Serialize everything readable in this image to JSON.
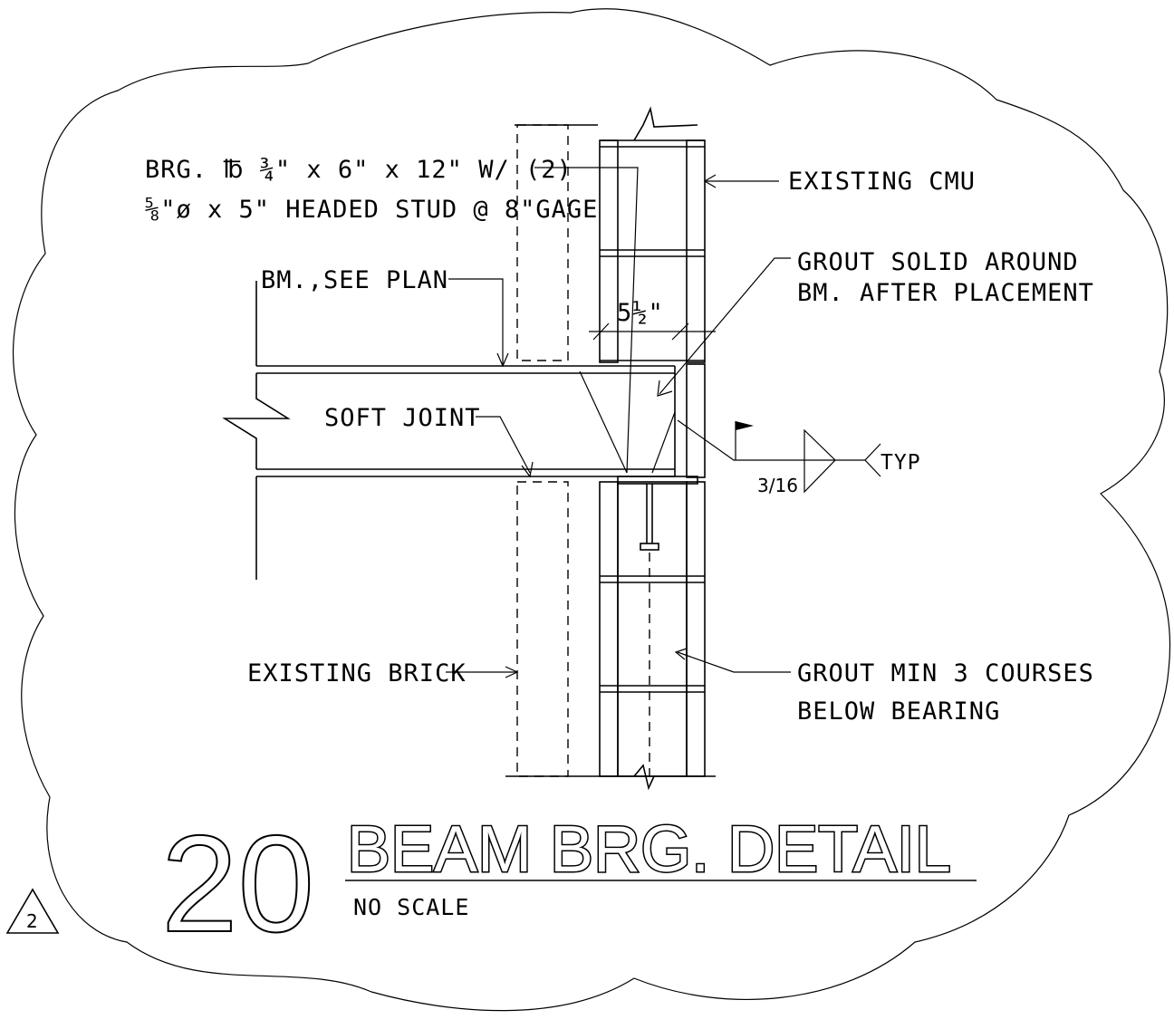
{
  "detail": {
    "number": "20",
    "title": "BEAM BRG. DETAIL",
    "scale": "NO SCALE",
    "revision": "2"
  },
  "notes": {
    "plate_line1": "BRG. ℔ ¾\" x 6\" x 12\" W/ (2)",
    "plate_line2": "⅝\"ø x 5\" HEADED STUD @ 8\"GAGE",
    "existing_cmu": "EXISTING CMU",
    "grout_line1": "GROUT SOLID AROUND",
    "grout_line2": "BM. AFTER PLACEMENT",
    "beam": "BM.,SEE PLAN",
    "soft_joint": "SOFT JOINT",
    "existing_brick": "EXISTING BRICK",
    "grout_min_line1": "GROUT MIN 3 COURSES",
    "grout_min_line2": "BELOW BEARING",
    "dimension": "5½\"",
    "weld_size": "3/16",
    "weld_note": "TYP"
  }
}
